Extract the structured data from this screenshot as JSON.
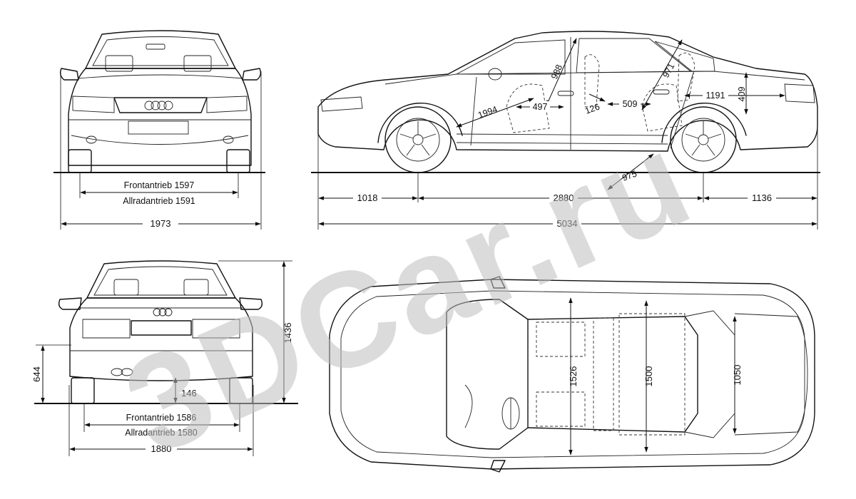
{
  "watermark": "3DCar.ru",
  "front_view": {
    "track_front_wheel_drive": "Frontantrieb 1597",
    "track_all_wheel_drive": "Allradantrieb 1591",
    "width": "1973"
  },
  "side_view": {
    "dims": {
      "front_overhang": "1018",
      "wheelbase": "2880",
      "rear_overhang": "1136",
      "length": "5034",
      "d_1994": "1994",
      "d_988": "988",
      "d_497": "497",
      "d_126": "126",
      "d_509": "509",
      "d_971": "971",
      "d_1191": "1191",
      "d_409": "409",
      "d_975": "975"
    }
  },
  "rear_view": {
    "track_front_wheel_drive": "Frontantrieb 1586",
    "track_all_wheel_drive": "Allradantrieb 1580",
    "width": "1880",
    "height": "1436",
    "d_644": "644",
    "d_146": "146"
  },
  "top_view": {
    "d_1526": "1526",
    "d_1500": "1500",
    "d_1050": "1050"
  }
}
